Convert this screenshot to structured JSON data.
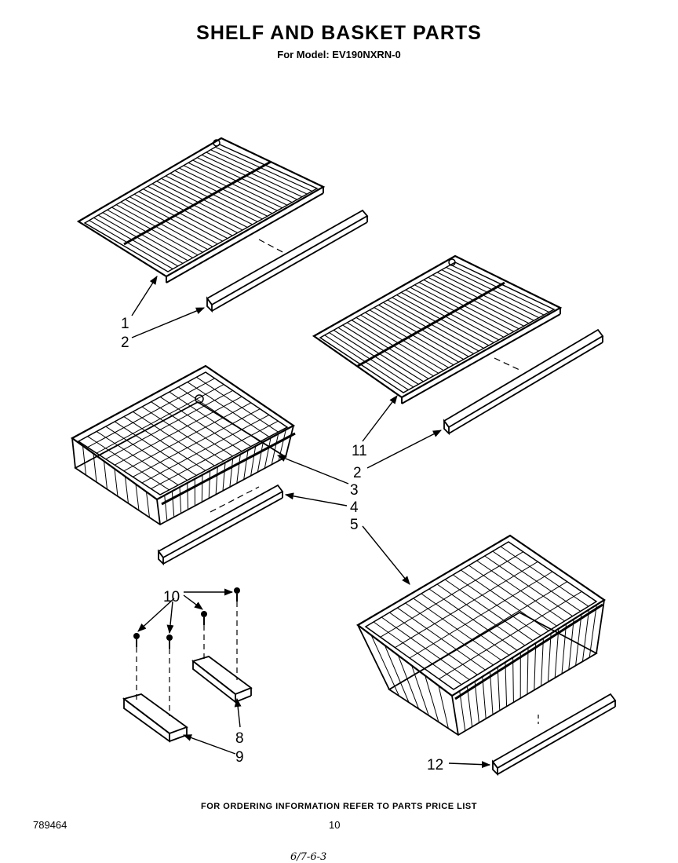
{
  "header": {
    "title": "SHELF AND BASKET PARTS",
    "subtitle": "For Model: EV190NXRN-0"
  },
  "callouts": {
    "c1": "1",
    "c2a": "2",
    "c11": "11",
    "c2b": "2",
    "c3": "3",
    "c4": "4",
    "c5": "5",
    "c10": "10",
    "c8": "8",
    "c9": "9",
    "c12": "12"
  },
  "footer": {
    "ordering_note": "FOR ORDERING INFORMATION REFER TO PARTS PRICE LIST",
    "doc_number": "789464",
    "page_number": "10",
    "date_code": "6/7-6-3"
  }
}
